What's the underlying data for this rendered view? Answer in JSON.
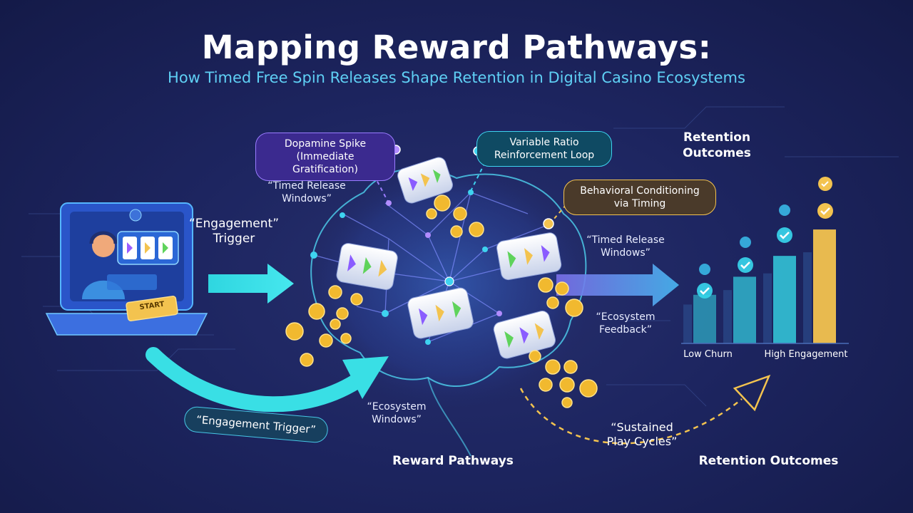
{
  "header": {
    "title": "Mapping Reward Pathways:",
    "subtitle": "How Timed Free Spin Releases Shape Retention in Digital Casino Ecosystems"
  },
  "labels": {
    "dopamine": [
      "Dopamine Spike",
      "(Immediate Gratification)"
    ],
    "variable_ratio": [
      "Variable Ratio",
      "Reinforcement Loop"
    ],
    "behavioral": [
      "Behavioral Conditioning",
      "via Timing"
    ],
    "timed_release_top": [
      "“Timed Release",
      "Windows”"
    ],
    "timed_release_right": [
      "“Timed Release",
      "Windows”"
    ],
    "engagement_trigger_quote": [
      "“Engagement”",
      "Trigger"
    ],
    "ecosystem_feedback": [
      "“Ecosystem",
      "Feedback”"
    ],
    "ecosystem_windows": [
      "“Ecosystem",
      "Windows”"
    ],
    "sustained_play": [
      "“Sustained",
      "Play Cycles”"
    ],
    "engagement_trigger_pill": "“Engagement Trigger”",
    "retention_heading": [
      "Retention",
      "Outcomes"
    ],
    "reward_pathways": "Reward Pathways",
    "retention_outcomes": "Retention Outcomes",
    "low_churn": "Low Churn",
    "high_engagement": "High Engagement",
    "start_button": "START"
  },
  "retention_bars": [
    0.35,
    0.48,
    0.63,
    0.82
  ],
  "colors": {
    "cyan": "#35d9e8",
    "gold": "#f3c34f",
    "purple": "#8a5cff",
    "background": "#1d2560"
  }
}
